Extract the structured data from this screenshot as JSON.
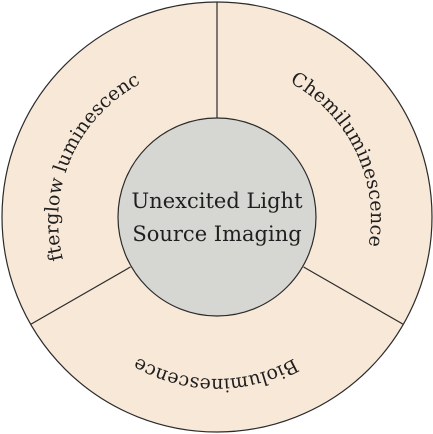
{
  "diagram": {
    "center": {
      "lines": [
        "Unexcited Light",
        "Source Imaging"
      ]
    },
    "segments": [
      {
        "label": "Chemiluminescence"
      },
      {
        "label": "Bioluminescence"
      },
      {
        "label": "Afterglow luminescence"
      }
    ],
    "colors": {
      "ring": "#f8e8d8",
      "center": "#d6d6d2",
      "stroke": "#2b2b2b",
      "text": "#1f1f1f"
    }
  }
}
